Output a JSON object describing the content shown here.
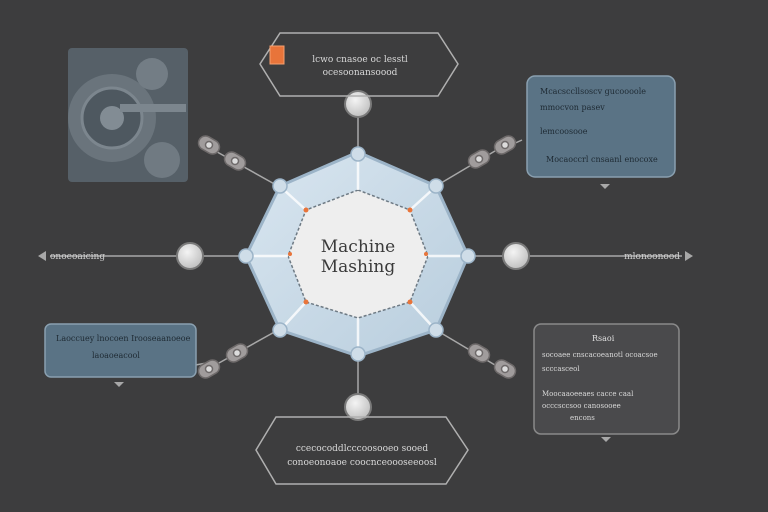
{
  "center": {
    "line1": "Machine",
    "line2": "Mashing"
  },
  "callouts": {
    "top": {
      "line1": "lcwo cnasoe oc lesstl",
      "line2": "ocesoonansoood"
    },
    "top_right": {
      "line1": "Mcacsccllsoscv gucoooole",
      "line2": "mmocvon pasev",
      "line3": "lemcoosooe",
      "line4": "Mocaoccrl cnsaanl enocoxe"
    },
    "left": {
      "line1": "Laoccuey lnocoen Irooseaanoeoe",
      "line2": "laoaoeacool"
    },
    "right_lower": {
      "title": "Rsaoi",
      "line1": "socoaee cnscacoeanotl ocoacsoe",
      "line2": "scccasceol",
      "line3": "Moocaaoeeaes cacce caal",
      "line4": "occcsccsoo canosooee",
      "line5": "encons"
    },
    "bottom": {
      "line1": "ccecocoddlcccoosooeo sooed",
      "line2": "conoeonoaoe coocnceoooseeoosl"
    }
  },
  "side_labels": {
    "left": "onoeoaicing",
    "right": "mlonoonood"
  },
  "colors": {
    "background": "#3d3d3e",
    "hex_fill": "#c8d8e6",
    "hex_stroke": "#9cb4c8",
    "inner_fill": "#eeeeee",
    "accent": "#e8743a",
    "callout_blue": "#5a7385",
    "callout_gray": "#4a4a4c",
    "connector": "#9a9a9a"
  },
  "icons": {
    "logo": "orange-flag-icon",
    "machine_image": "gear-machinery-image"
  }
}
